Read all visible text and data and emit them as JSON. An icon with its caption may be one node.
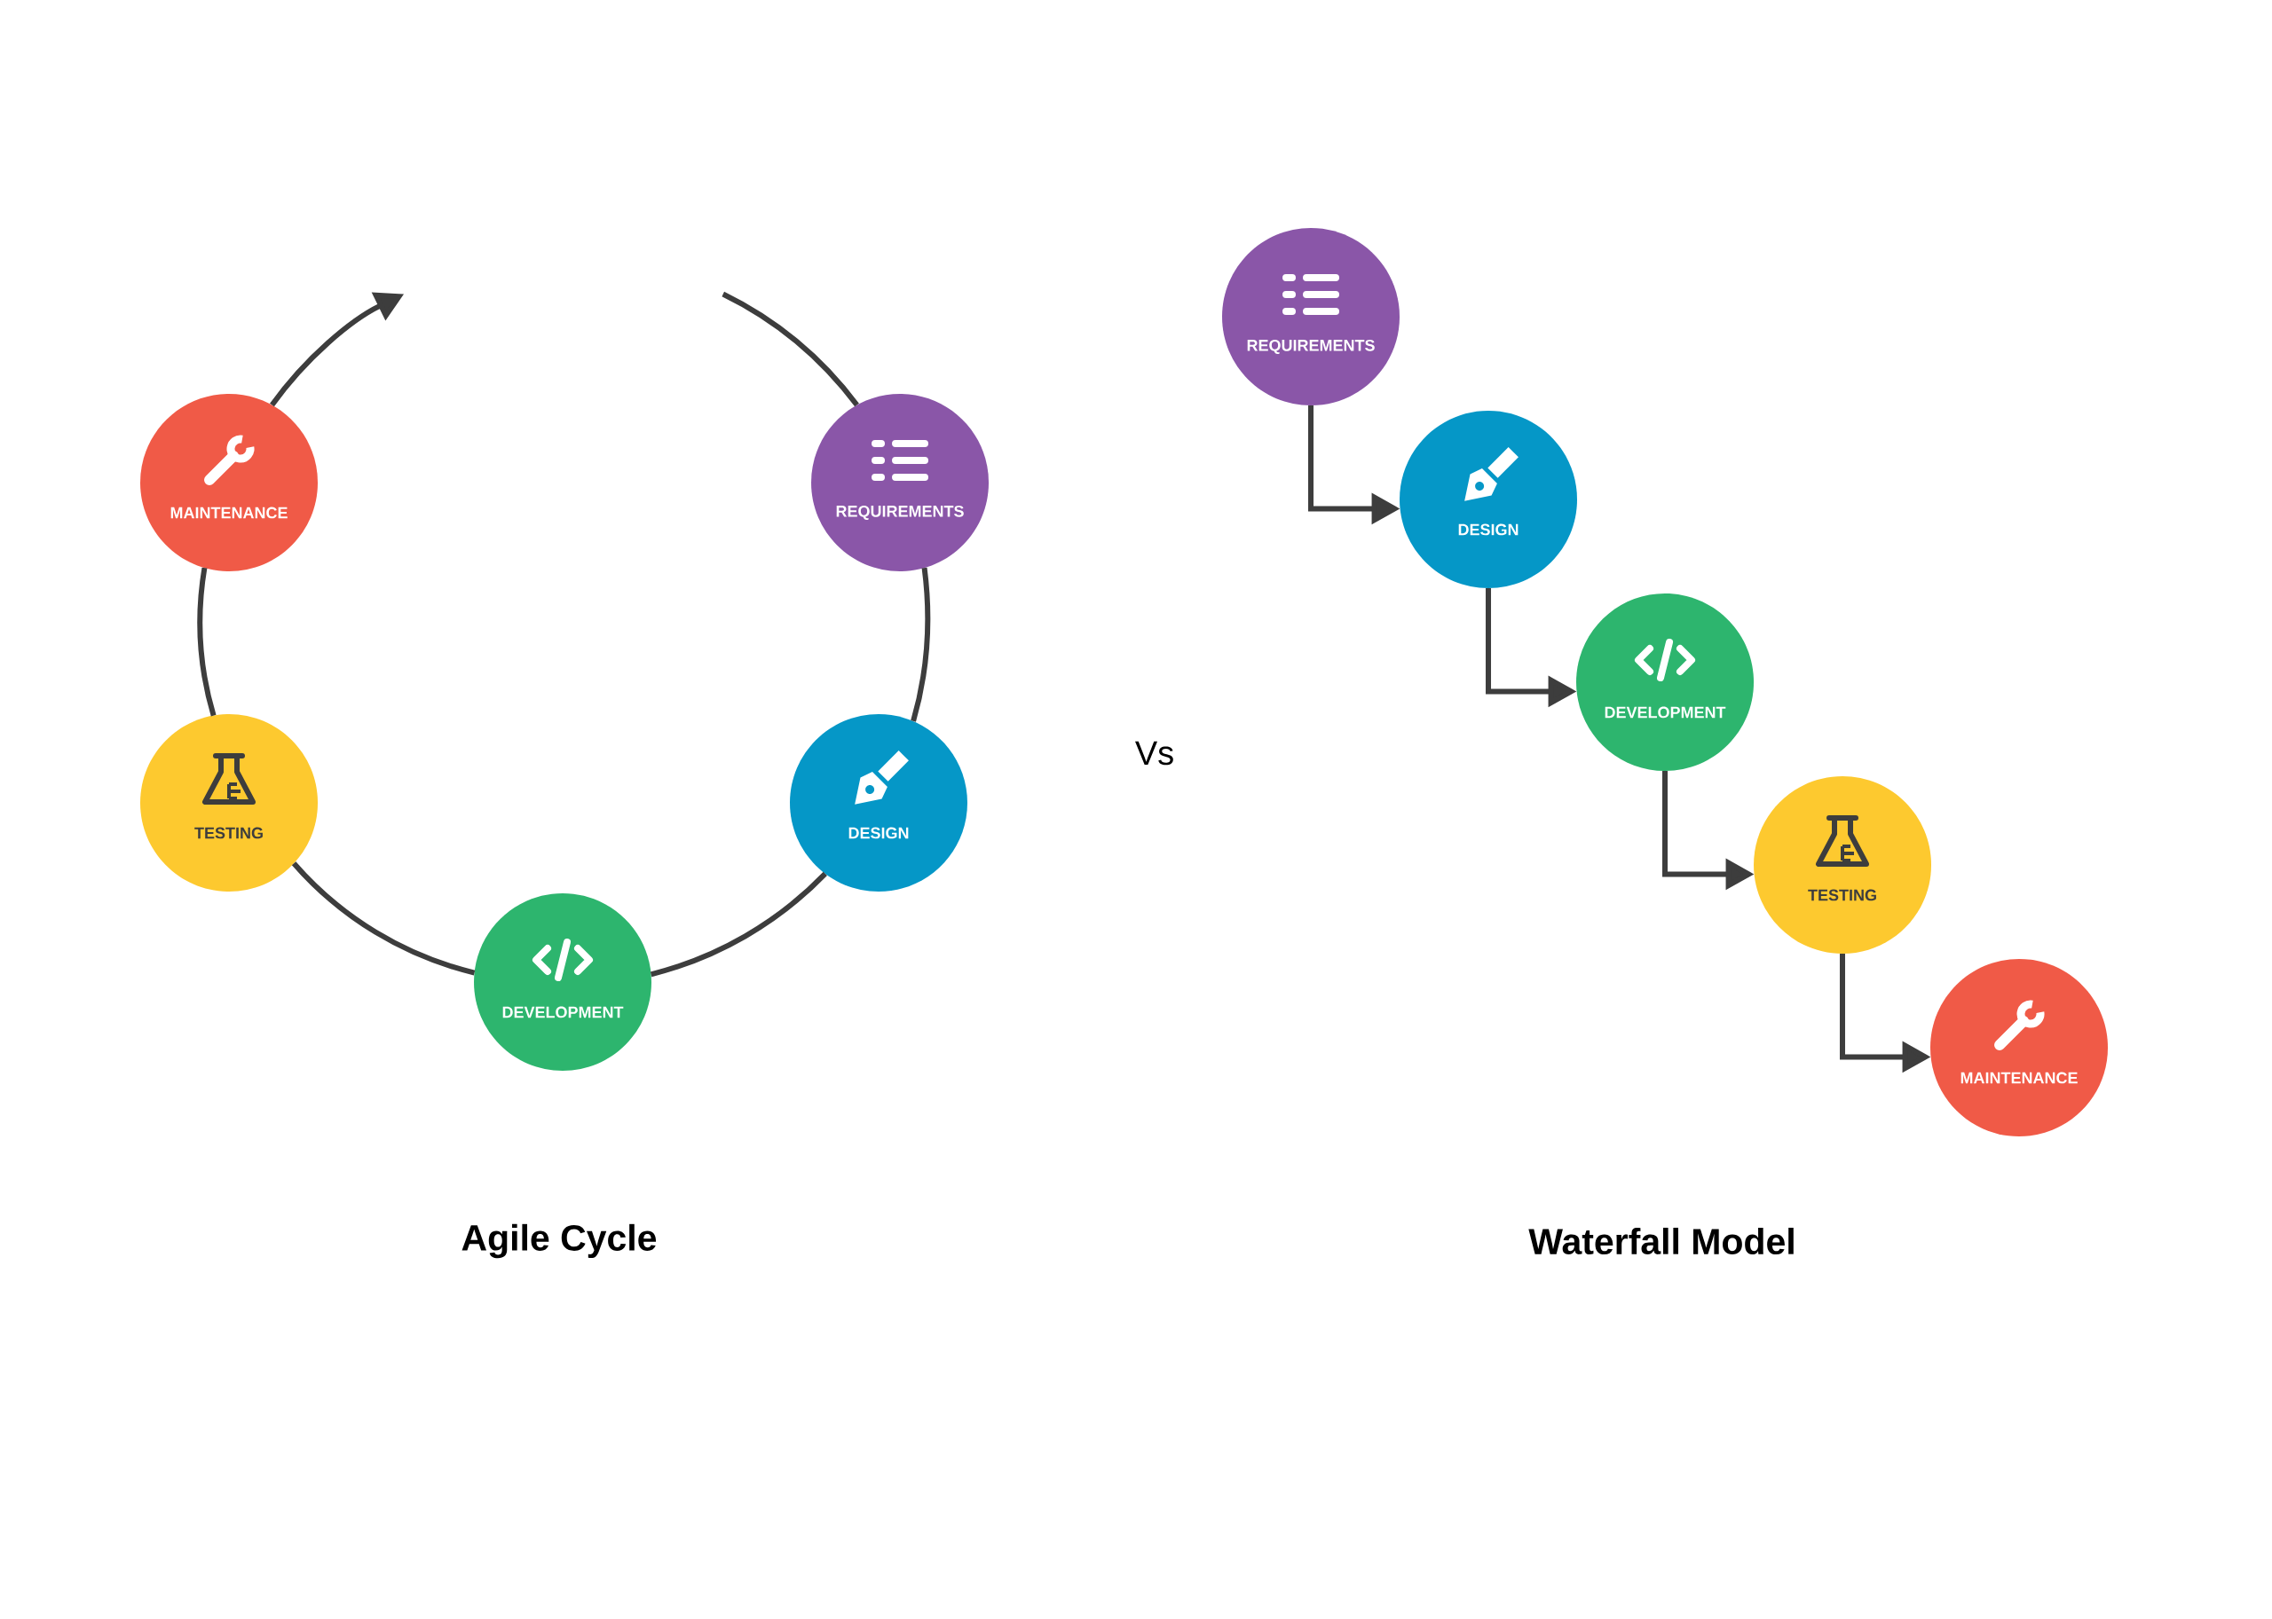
{
  "diagram": {
    "nodes": [
      {
        "text": [
          "MAINTENANCE"
        ]
      },
      {
        "text": [
          "REQUIREMENTS"
        ]
      },
      {
        "text": [
          "TESTING"
        ]
      },
      {
        "text": [
          "DESIGN"
        ]
      },
      {
        "text": [
          "DEVELOPMENT"
        ]
      },
      {
        "text": [
          "REQUIREMENTS"
        ]
      },
      {
        "text": [
          "DESIGN"
        ]
      },
      {
        "text": [
          "DEVELOPMENT"
        ]
      },
      {
        "text": [
          "TESTING"
        ]
      },
      {
        "text": [
          "MAINTENANCE"
        ]
      }
    ],
    "edges": [
      {
        "from": 1,
        "to": 3,
        "arrow": "none"
      },
      {
        "from": 3,
        "to": 4,
        "arrow": "none"
      },
      {
        "from": 4,
        "to": 2,
        "arrow": "none"
      },
      {
        "from": 2,
        "to": 0,
        "arrow": "none"
      },
      {
        "from": 0,
        "to": null,
        "arrow": "to"
      },
      {
        "from": null,
        "to": 1,
        "arrow": "none"
      },
      {
        "from": 5,
        "to": 6,
        "arrow": "to"
      },
      {
        "from": 6,
        "to": 7,
        "arrow": "to"
      },
      {
        "from": 7,
        "to": 8,
        "arrow": "to"
      },
      {
        "from": 8,
        "to": 9,
        "arrow": "to"
      }
    ],
    "labels": [
      "Vs",
      "Agile Cycle",
      "Waterfall Model"
    ]
  }
}
